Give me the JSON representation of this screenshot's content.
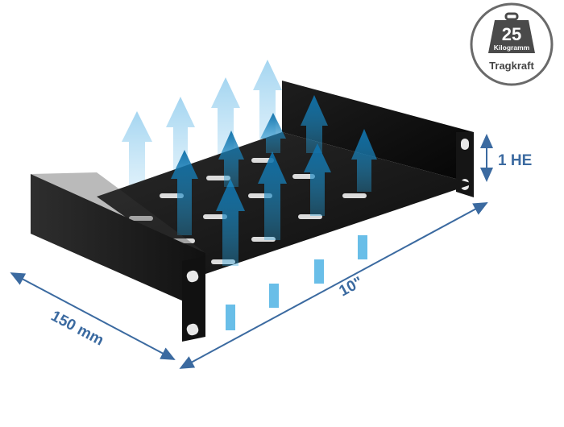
{
  "badge": {
    "weight_value": "25",
    "weight_unit": "Kilogramm",
    "caption": "Tragkraft"
  },
  "dimensions": {
    "height_label": "1 HE",
    "depth_label": "10\"",
    "width_label": "150 mm"
  },
  "colors": {
    "dimension_lines": "#3b6aa0",
    "airflow_light": "#b7dff4",
    "airflow_dark": "#1d8fcc",
    "shelf": "#1a1a1a",
    "badge_border": "#555555",
    "badge_fill": "#4a4a4a"
  },
  "icons": [
    "weight-icon",
    "airflow-arrow-icon",
    "double-arrow-icon"
  ]
}
